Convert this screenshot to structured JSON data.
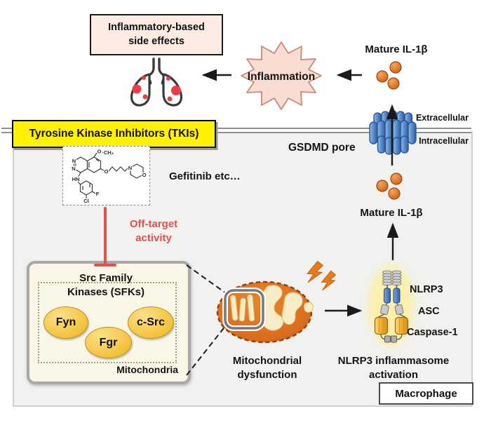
{
  "labels": {
    "side_effects_line1": "Inflammatory-based",
    "side_effects_line2": "side effects",
    "inflammation": "Inflammation",
    "mature_il1b_top": "Mature IL-1β",
    "mature_il1b_bottom": "Mature IL-1β",
    "extracellular": "Extracellular",
    "intracellular": "Intracellular",
    "gsdmd_pore": "GSDMD pore",
    "tki": "Tyrosine Kinase Inhibitors (TKIs)",
    "gefitinib": "Gefitinib etc…",
    "off_target_line1": "Off-target",
    "off_target_line2": "activity",
    "sfk_line1": "Src Family",
    "sfk_line2": "Kinases (SFKs)",
    "mitochondria": "Mitochondria",
    "mito_dys_line1": "Mitochondrial",
    "mito_dys_line2": "dysfunction",
    "nlrp3_act_line1": "NLRP3 inflammasome",
    "nlrp3_act_line2": "activation",
    "nlrp3": "NLRP3",
    "asc": "ASC",
    "caspase1": "Caspase-1",
    "macrophage": "Macrophage"
  },
  "kinases": {
    "fyn": "Fyn",
    "fgr": "Fgr",
    "csrc": "c-Src"
  },
  "chem_atoms": {
    "n1": "N",
    "n2": "N",
    "hn": "HN",
    "cl": "Cl",
    "f": "F",
    "o_me": "O",
    "ch3": "CH₃",
    "o_link": "O",
    "n_morph": "N",
    "o_morph": "O"
  },
  "colors": {
    "tki_yellow": "#fff200",
    "off_target_red": "#e0504f",
    "il1b_orange": "#e07b2e",
    "pore_blue": "#4f83c6",
    "inflammation_pink": "#f9ddd3",
    "side_effects_pink": "#fcebe2",
    "mito_orange": "#d96c1f",
    "kinase_yellow": "#f3c23b",
    "cell_gray": "#f1f1ef",
    "lung_spot_red": "#ee3d46"
  }
}
